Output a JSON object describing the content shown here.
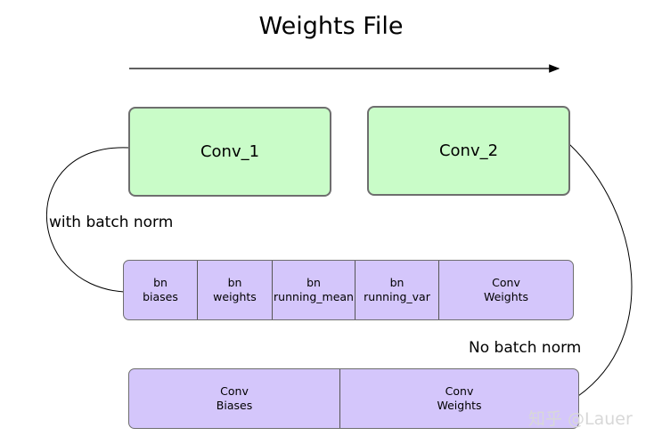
{
  "title": "Weights File",
  "conv_boxes": [
    {
      "label": "Conv_1"
    },
    {
      "label": "Conv_2"
    }
  ],
  "labels": {
    "with_bn": "with batch norm",
    "no_bn": "No batch norm"
  },
  "bn_row": [
    {
      "line1": "bn",
      "line2": "biases"
    },
    {
      "line1": "bn",
      "line2": "weights"
    },
    {
      "line1": "bn",
      "line2": "running_mean"
    },
    {
      "line1": "bn",
      "line2": "running_var"
    },
    {
      "line1": "Conv",
      "line2": "Weights"
    }
  ],
  "nobn_row": [
    {
      "line1": "Conv",
      "line2": "Biases"
    },
    {
      "line1": "Conv",
      "line2": "Weights"
    }
  ],
  "watermark": "知乎 @Lauer",
  "colors": {
    "conv_fill": "#c9fcc8",
    "weights_fill": "#d4c6fb",
    "border": "#6e6e6e"
  }
}
